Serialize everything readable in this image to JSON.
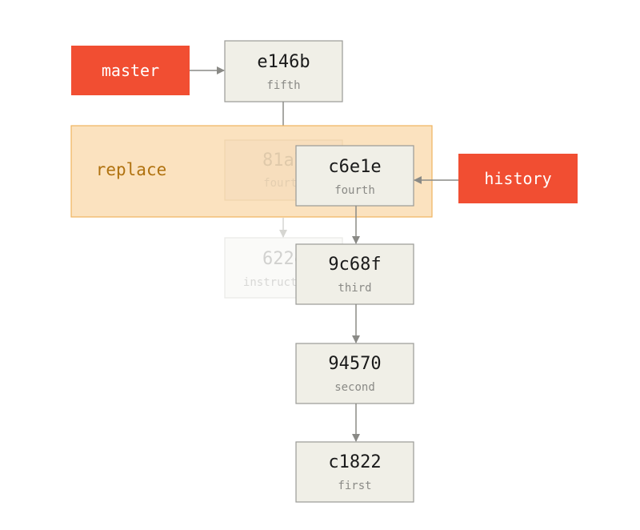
{
  "colors": {
    "ref_fill": "#f14e32",
    "ref_text": "#ffffff",
    "node_fill": "#f0efe7",
    "node_stroke": "#9a9a96",
    "hash_text": "#1a1a1a",
    "msg_text": "#8a8a86",
    "arrow": "#8a8a86",
    "replace_fill": "#fbe2bf",
    "replace_stroke": "#efb35f",
    "replace_text": "#b0720f",
    "ghost_arrow": "#d6d6d2"
  },
  "refs": {
    "master": "master",
    "history": "history"
  },
  "replace_region": {
    "label": "replace"
  },
  "ghost_commits": {
    "c81a7": {
      "hash": "81a7",
      "message": "fourth"
    },
    "c622e": {
      "hash": "622e",
      "message": "instructions"
    }
  },
  "commits": {
    "e146b": {
      "hash": "e146b",
      "message": "fifth"
    },
    "c6e1e": {
      "hash": "c6e1e",
      "message": "fourth"
    },
    "c9c68f": {
      "hash": "9c68f",
      "message": "third"
    },
    "c94570": {
      "hash": "94570",
      "message": "second"
    },
    "c1822": {
      "hash": "c1822",
      "message": "first"
    }
  }
}
